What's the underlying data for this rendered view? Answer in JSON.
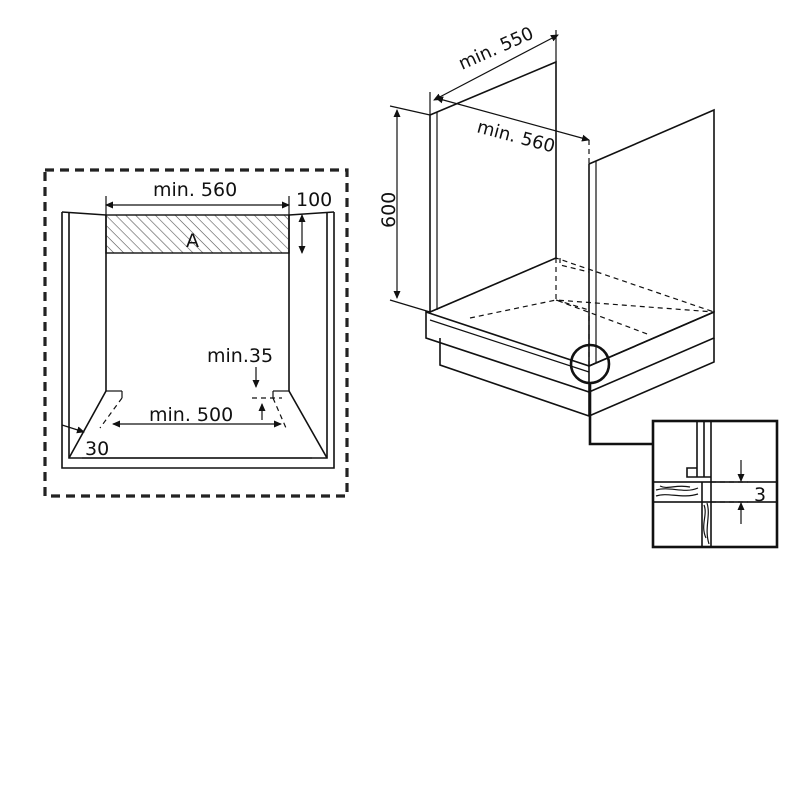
{
  "front_view": {
    "width_label": "min. 560",
    "top_depth_label": "100",
    "area_label": "A",
    "gap_label": "min.35",
    "bottom_width_label": "min. 500",
    "side_label": "30"
  },
  "cabinet_view": {
    "depth_label": "min. 550",
    "width_label": "min. 560",
    "height_label": "600"
  },
  "detail_view": {
    "gap_label": "3"
  },
  "colors": {
    "line": "#111111",
    "background": "#ffffff"
  }
}
